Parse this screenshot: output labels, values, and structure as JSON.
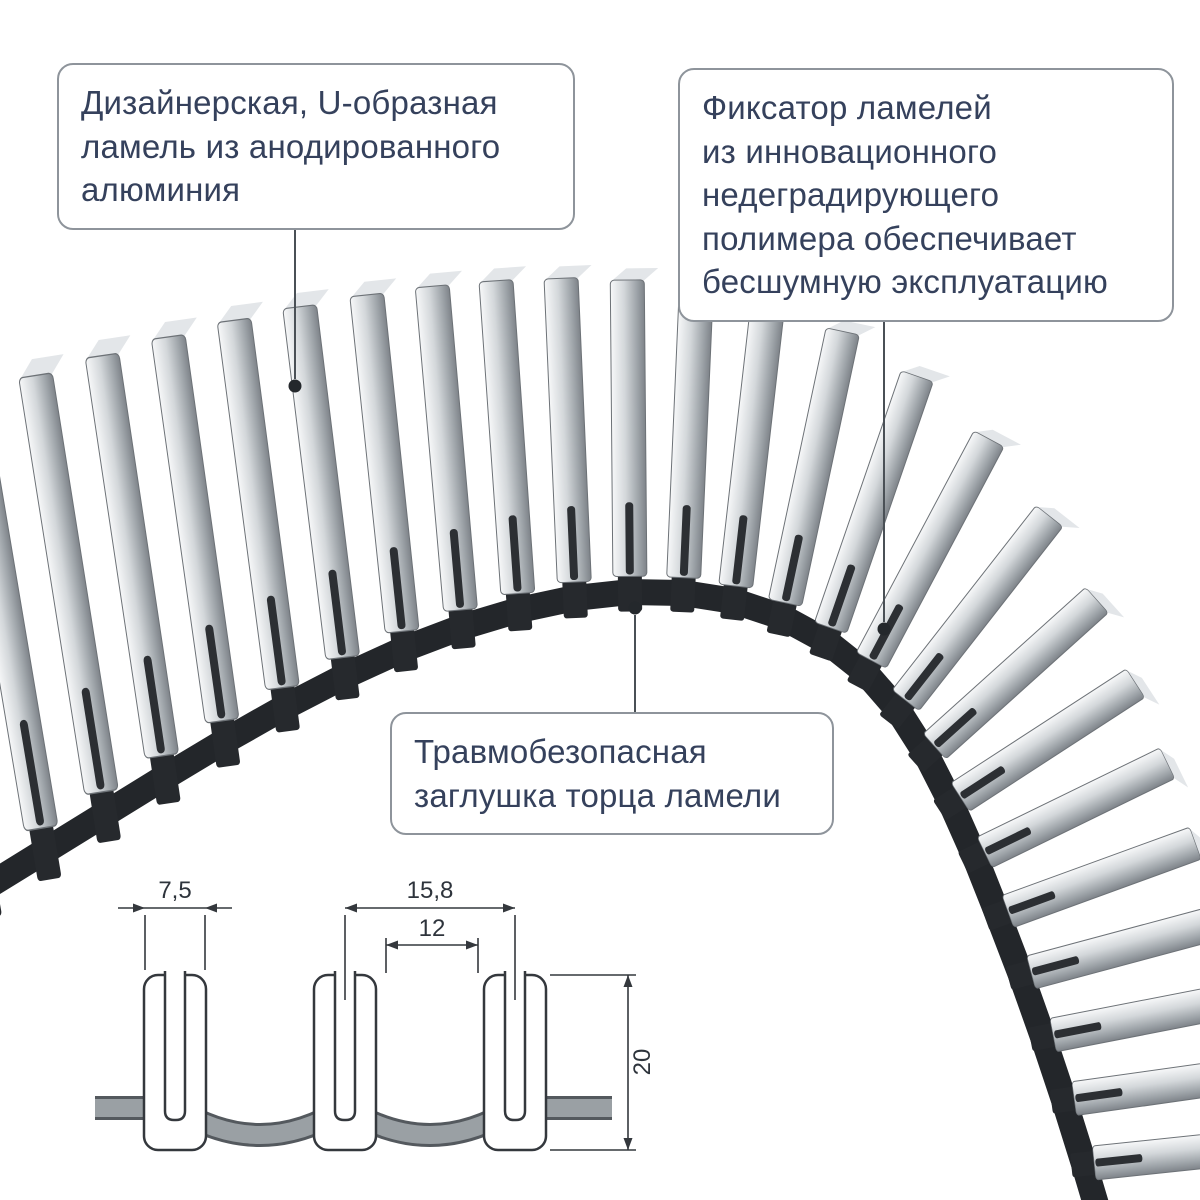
{
  "callouts": {
    "lamella": {
      "lines": [
        "Дизайнерская, U-образная",
        "ламель из анодированного",
        "алюминия"
      ]
    },
    "fixator": {
      "lines": [
        "Фиксатор ламелей",
        "из инновационного",
        "недеградирующего",
        "полимера обеспечивает",
        "бесшумную эксплуатацию"
      ]
    },
    "end_cap": {
      "lines": [
        "Травмобезопасная",
        "заглушка торца ламели"
      ]
    }
  },
  "dimensions": {
    "lamella_width": "7,5",
    "pitch": "15,8",
    "gap": "12",
    "height": "20"
  },
  "colors": {
    "text": "#35415c",
    "box_border": "#8e949b",
    "leader_line": "#4a5056",
    "leader_dot": "#24282c",
    "metal_light": "#f6f7f8",
    "metal_dark": "#7e8389",
    "polymer_band": "#23262a",
    "drawing_stroke": "#34383d",
    "drawing_band_gray": "#9aa0a4"
  }
}
